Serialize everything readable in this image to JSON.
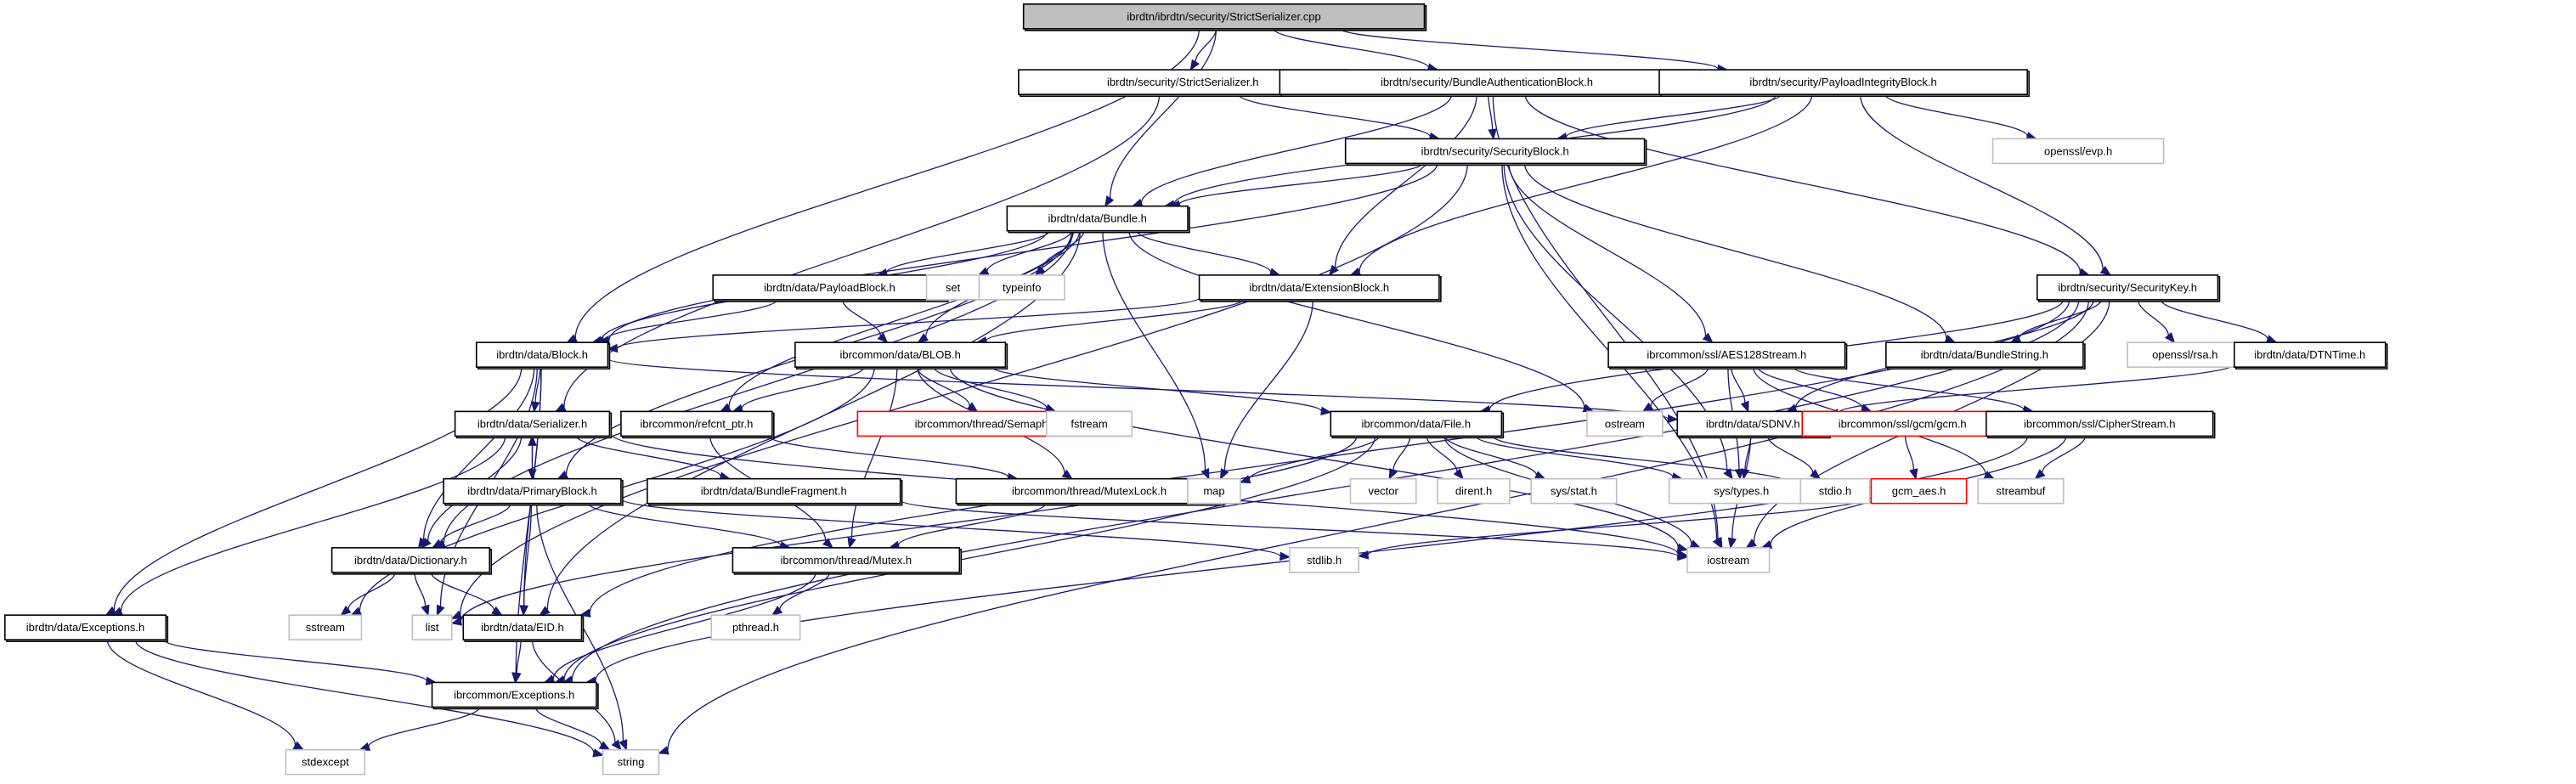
{
  "title": "ibrdtn/ibrdtn/security/StrictSerializer.cpp",
  "colors": {
    "edge": "#191970",
    "root_fill": "#bfbfbf",
    "project_border": "#000000",
    "system_border": "#bfbfbf",
    "missing_border": "#ff0000"
  },
  "nodes": [
    {
      "id": "root",
      "label": "ibrdtn/ibrdtn/security/StrictSerializer.cpp",
      "kind": "root"
    },
    {
      "id": "strictser_h",
      "label": "ibrdtn/security/StrictSerializer.h",
      "kind": "project"
    },
    {
      "id": "bab_h",
      "label": "ibrdtn/security/BundleAuthenticationBlock.h",
      "kind": "project"
    },
    {
      "id": "pib_h",
      "label": "ibrdtn/security/PayloadIntegrityBlock.h",
      "kind": "project"
    },
    {
      "id": "evp_h",
      "label": "openssl/evp.h",
      "kind": "system"
    },
    {
      "id": "secblock_h",
      "label": "ibrdtn/security/SecurityBlock.h",
      "kind": "project"
    },
    {
      "id": "bundle_h",
      "label": "ibrdtn/data/Bundle.h",
      "kind": "project"
    },
    {
      "id": "seckey_h",
      "label": "ibrdtn/security/SecurityKey.h",
      "kind": "project"
    },
    {
      "id": "payload_h",
      "label": "ibrdtn/data/PayloadBlock.h",
      "kind": "project"
    },
    {
      "id": "set",
      "label": "set",
      "kind": "system"
    },
    {
      "id": "typeinfo",
      "label": "typeinfo",
      "kind": "system"
    },
    {
      "id": "extblock_h",
      "label": "ibrdtn/data/ExtensionBlock.h",
      "kind": "project"
    },
    {
      "id": "block_h",
      "label": "ibrdtn/data/Block.h",
      "kind": "project"
    },
    {
      "id": "blob_h",
      "label": "ibrcommon/data/BLOB.h",
      "kind": "project"
    },
    {
      "id": "aes_h",
      "label": "ibrcommon/ssl/AES128Stream.h",
      "kind": "project"
    },
    {
      "id": "bstring_h",
      "label": "ibrdtn/data/BundleString.h",
      "kind": "project"
    },
    {
      "id": "rsa_h",
      "label": "openssl/rsa.h",
      "kind": "system"
    },
    {
      "id": "dtntime_h",
      "label": "ibrdtn/data/DTNTime.h",
      "kind": "project"
    },
    {
      "id": "serializer_h",
      "label": "ibrdtn/data/Serializer.h",
      "kind": "project"
    },
    {
      "id": "refcnt_h",
      "label": "ibrcommon/refcnt_ptr.h",
      "kind": "project"
    },
    {
      "id": "semaphore_h",
      "label": "ibrcommon/thread/Semaphore.h",
      "kind": "missing"
    },
    {
      "id": "fstream",
      "label": "fstream",
      "kind": "system"
    },
    {
      "id": "file_h",
      "label": "ibrcommon/data/File.h",
      "kind": "project"
    },
    {
      "id": "ostream",
      "label": "ostream",
      "kind": "system"
    },
    {
      "id": "sdnv_h",
      "label": "ibrdtn/data/SDNV.h",
      "kind": "project"
    },
    {
      "id": "gcm_h",
      "label": "ibrcommon/ssl/gcm/gcm.h",
      "kind": "missing"
    },
    {
      "id": "cipher_h",
      "label": "ibrcommon/ssl/CipherStream.h",
      "kind": "project"
    },
    {
      "id": "primary_h",
      "label": "ibrdtn/data/PrimaryBlock.h",
      "kind": "project"
    },
    {
      "id": "fragment_h",
      "label": "ibrdtn/data/BundleFragment.h",
      "kind": "project"
    },
    {
      "id": "mutexlock_h",
      "label": "ibrcommon/thread/MutexLock.h",
      "kind": "project"
    },
    {
      "id": "map",
      "label": "map",
      "kind": "system"
    },
    {
      "id": "vector",
      "label": "vector",
      "kind": "system"
    },
    {
      "id": "dirent_h",
      "label": "dirent.h",
      "kind": "system"
    },
    {
      "id": "stat_h",
      "label": "sys/stat.h",
      "kind": "system"
    },
    {
      "id": "types_h",
      "label": "sys/types.h",
      "kind": "system"
    },
    {
      "id": "stdio_h",
      "label": "stdio.h",
      "kind": "system"
    },
    {
      "id": "gcmaes_h",
      "label": "gcm_aes.h",
      "kind": "missing"
    },
    {
      "id": "streambuf",
      "label": "streambuf",
      "kind": "system"
    },
    {
      "id": "dictionary_h",
      "label": "ibrdtn/data/Dictionary.h",
      "kind": "project"
    },
    {
      "id": "mutex_h",
      "label": "ibrcommon/thread/Mutex.h",
      "kind": "project"
    },
    {
      "id": "stdlib_h",
      "label": "stdlib.h",
      "kind": "system"
    },
    {
      "id": "iostream",
      "label": "iostream",
      "kind": "system"
    },
    {
      "id": "dexcept_h",
      "label": "ibrdtn/data/Exceptions.h",
      "kind": "project"
    },
    {
      "id": "sstream",
      "label": "sstream",
      "kind": "system"
    },
    {
      "id": "list",
      "label": "list",
      "kind": "system"
    },
    {
      "id": "eid_h",
      "label": "ibrdtn/data/EID.h",
      "kind": "project"
    },
    {
      "id": "pthread_h",
      "label": "pthread.h",
      "kind": "system"
    },
    {
      "id": "cexcept_h",
      "label": "ibrcommon/Exceptions.h",
      "kind": "project"
    },
    {
      "id": "stdexcept",
      "label": "stdexcept",
      "kind": "system"
    },
    {
      "id": "string",
      "label": "string",
      "kind": "system"
    }
  ],
  "edges": [
    [
      "root",
      "strictser_h"
    ],
    [
      "root",
      "bab_h"
    ],
    [
      "root",
      "pib_h"
    ],
    [
      "root",
      "bundle_h"
    ],
    [
      "root",
      "block_h"
    ],
    [
      "strictser_h",
      "secblock_h"
    ],
    [
      "strictser_h",
      "serializer_h"
    ],
    [
      "bab_h",
      "secblock_h"
    ],
    [
      "bab_h",
      "bundle_h"
    ],
    [
      "bab_h",
      "extblock_h"
    ],
    [
      "bab_h",
      "seckey_h"
    ],
    [
      "bab_h",
      "iostream"
    ],
    [
      "pib_h",
      "secblock_h"
    ],
    [
      "pib_h",
      "seckey_h"
    ],
    [
      "pib_h",
      "evp_h"
    ],
    [
      "pib_h",
      "bundle_h"
    ],
    [
      "pib_h",
      "extblock_h"
    ],
    [
      "secblock_h",
      "bundle_h"
    ],
    [
      "secblock_h",
      "block_h"
    ],
    [
      "secblock_h",
      "aes_h"
    ],
    [
      "secblock_h",
      "bstring_h"
    ],
    [
      "secblock_h",
      "types_h"
    ],
    [
      "secblock_h",
      "list"
    ],
    [
      "secblock_h",
      "iostream"
    ],
    [
      "bundle_h",
      "payload_h"
    ],
    [
      "bundle_h",
      "set"
    ],
    [
      "bundle_h",
      "typeinfo"
    ],
    [
      "bundle_h",
      "extblock_h"
    ],
    [
      "bundle_h",
      "block_h"
    ],
    [
      "bundle_h",
      "primary_h"
    ],
    [
      "bundle_h",
      "eid_h"
    ],
    [
      "bundle_h",
      "refcnt_h"
    ],
    [
      "bundle_h",
      "dictionary_h"
    ],
    [
      "bundle_h",
      "map"
    ],
    [
      "bundle_h",
      "ostream"
    ],
    [
      "bundle_h",
      "blob_h"
    ],
    [
      "seckey_h",
      "bstring_h"
    ],
    [
      "seckey_h",
      "rsa_h"
    ],
    [
      "seckey_h",
      "dtntime_h"
    ],
    [
      "seckey_h",
      "file_h"
    ],
    [
      "seckey_h",
      "sdnv_h"
    ],
    [
      "seckey_h",
      "string"
    ],
    [
      "seckey_h",
      "eid_h"
    ],
    [
      "seckey_h",
      "cexcept_h"
    ],
    [
      "seckey_h",
      "iostream"
    ],
    [
      "payload_h",
      "block_h"
    ],
    [
      "payload_h",
      "blob_h"
    ],
    [
      "extblock_h",
      "block_h"
    ],
    [
      "extblock_h",
      "map"
    ],
    [
      "extblock_h",
      "blob_h"
    ],
    [
      "block_h",
      "serializer_h"
    ],
    [
      "block_h",
      "dictionary_h"
    ],
    [
      "block_h",
      "eid_h"
    ],
    [
      "block_h",
      "dexcept_h"
    ],
    [
      "block_h",
      "sdnv_h"
    ],
    [
      "block_h",
      "list"
    ],
    [
      "block_h",
      "cexcept_h"
    ],
    [
      "blob_h",
      "semaphore_h"
    ],
    [
      "blob_h",
      "fstream"
    ],
    [
      "blob_h",
      "file_h"
    ],
    [
      "blob_h",
      "refcnt_h"
    ],
    [
      "blob_h",
      "mutexlock_h"
    ],
    [
      "blob_h",
      "mutex_h"
    ],
    [
      "blob_h",
      "iostream"
    ],
    [
      "blob_h",
      "sstream"
    ],
    [
      "aes_h",
      "ostream"
    ],
    [
      "aes_h",
      "sdnv_h"
    ],
    [
      "aes_h",
      "gcm_h"
    ],
    [
      "aes_h",
      "cipher_h"
    ],
    [
      "aes_h",
      "types_h"
    ],
    [
      "aes_h",
      "streambuf"
    ],
    [
      "dtntime_h",
      "sdnv_h"
    ],
    [
      "serializer_h",
      "primary_h"
    ],
    [
      "serializer_h",
      "fragment_h"
    ],
    [
      "serializer_h",
      "dictionary_h"
    ],
    [
      "serializer_h",
      "dexcept_h"
    ],
    [
      "serializer_h",
      "iostream"
    ],
    [
      "refcnt_h",
      "mutex_h"
    ],
    [
      "refcnt_h",
      "mutexlock_h"
    ],
    [
      "file_h",
      "map"
    ],
    [
      "file_h",
      "vector"
    ],
    [
      "file_h",
      "dirent_h"
    ],
    [
      "file_h",
      "stat_h"
    ],
    [
      "file_h",
      "types_h"
    ],
    [
      "file_h",
      "stdio_h"
    ],
    [
      "file_h",
      "iostream"
    ],
    [
      "file_h",
      "list"
    ],
    [
      "file_h",
      "cexcept_h"
    ],
    [
      "sdnv_h",
      "types_h"
    ],
    [
      "sdnv_h",
      "stdio_h"
    ],
    [
      "sdnv_h",
      "iostream"
    ],
    [
      "gcm_h",
      "gcmaes_h"
    ],
    [
      "gcmaes_h",
      "stdlib_h"
    ],
    [
      "cipher_h",
      "streambuf"
    ],
    [
      "cipher_h",
      "iostream"
    ],
    [
      "cipher_h",
      "cexcept_h"
    ],
    [
      "primary_h",
      "serializer_h"
    ],
    [
      "primary_h",
      "dictionary_h"
    ],
    [
      "primary_h",
      "eid_h"
    ],
    [
      "primary_h",
      "mutex_h"
    ],
    [
      "primary_h",
      "string"
    ],
    [
      "primary_h",
      "stdlib_h"
    ],
    [
      "fragment_h",
      "iostream"
    ],
    [
      "mutexlock_h",
      "mutex_h"
    ],
    [
      "dictionary_h",
      "sstream"
    ],
    [
      "dictionary_h",
      "list"
    ],
    [
      "dictionary_h",
      "eid_h"
    ],
    [
      "mutex_h",
      "pthread_h"
    ],
    [
      "mutex_h",
      "cexcept_h"
    ],
    [
      "dexcept_h",
      "cexcept_h"
    ],
    [
      "dexcept_h",
      "stdexcept"
    ],
    [
      "dexcept_h",
      "string"
    ],
    [
      "eid_h",
      "cexcept_h"
    ],
    [
      "eid_h",
      "string"
    ],
    [
      "cexcept_h",
      "stdexcept"
    ],
    [
      "cexcept_h",
      "string"
    ]
  ]
}
